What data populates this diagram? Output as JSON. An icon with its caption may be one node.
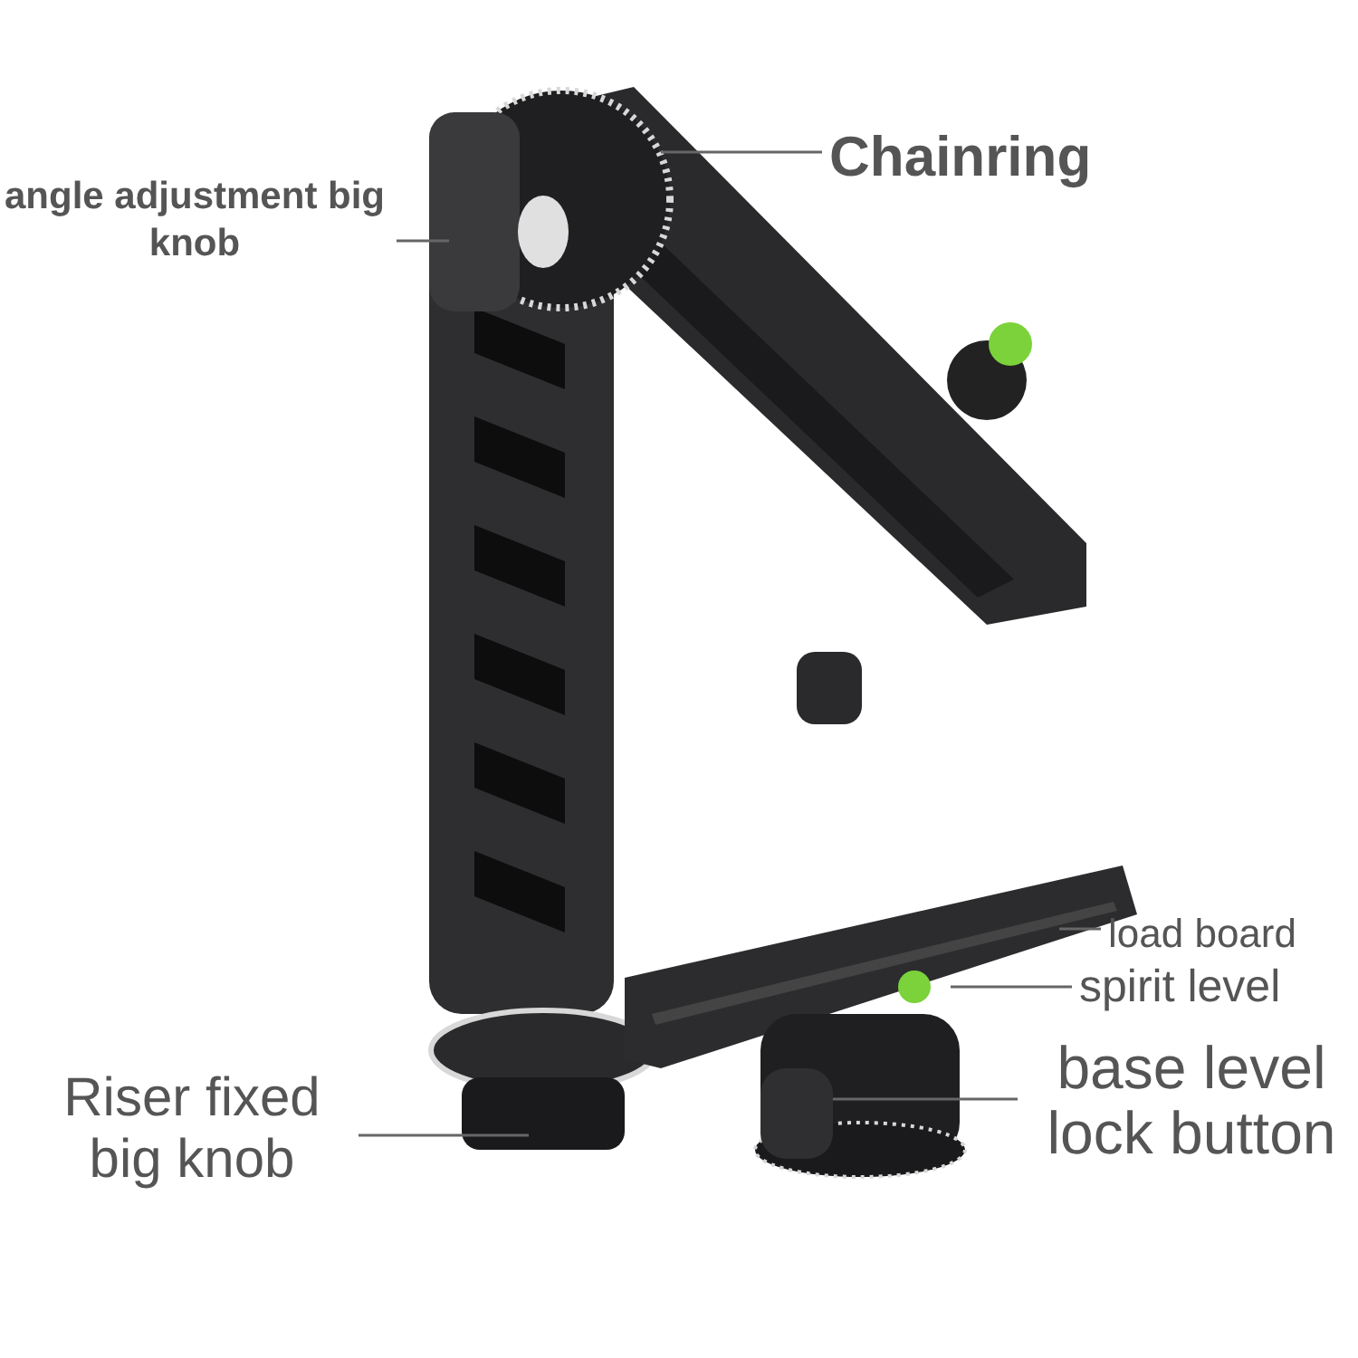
{
  "diagram": {
    "nodes": [
      {
        "text": [
          "Chainring"
        ]
      },
      {
        "text": [
          "angle adjustment big knob"
        ]
      },
      {
        "text": [
          "load board"
        ]
      },
      {
        "text": [
          "spirit level"
        ]
      },
      {
        "text": [
          "base level lock button"
        ]
      },
      {
        "text": [
          "Riser fixed big knob"
        ]
      }
    ],
    "edges": [
      {
        "from": 0,
        "to": null,
        "arrow": "none"
      },
      {
        "from": 1,
        "to": null,
        "arrow": "none"
      },
      {
        "from": 2,
        "to": null,
        "arrow": "none"
      },
      {
        "from": 3,
        "to": null,
        "arrow": "none"
      },
      {
        "from": 4,
        "to": null,
        "arrow": "none"
      },
      {
        "from": 5,
        "to": null,
        "arrow": "none"
      }
    ]
  }
}
